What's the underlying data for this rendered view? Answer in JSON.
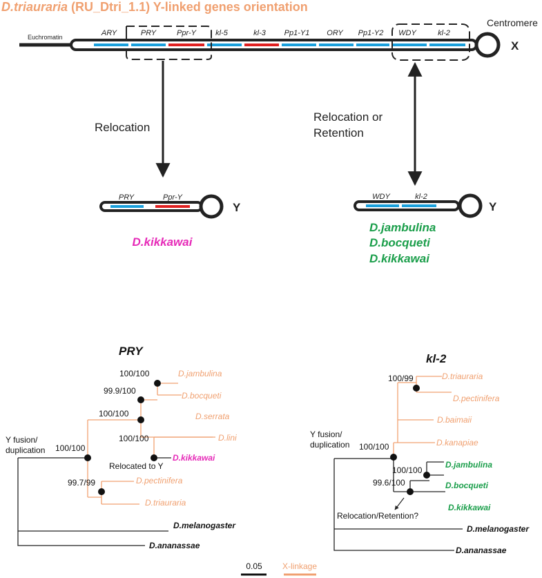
{
  "title": {
    "species": "D.triauraria",
    "rest": " (RU_Dtri_1.1) Y-linked genes orientation"
  },
  "colors": {
    "x_linked": "#f0a070",
    "green_species": "#1a9e4a",
    "magenta_species": "#e62bb8",
    "gene_blue": "#1aa0dc",
    "gene_red": "#e02020",
    "dark": "#222222"
  },
  "x_chromosome": {
    "euchromatin_label": "Euchromatin",
    "centromere_label": "Centromere",
    "chrom_label": "X",
    "genes": [
      "ARY",
      "PRY",
      "Ppr-Y",
      "kl-5",
      "kl-3",
      "Pp1-Y1",
      "ORY",
      "Pp1-Y2",
      "WDY",
      "kl-2"
    ]
  },
  "arrows": {
    "left_label": "Relocation",
    "right_label_line1": "Relocation or",
    "right_label_line2": "Retention"
  },
  "y_left": {
    "genes": [
      "PRY",
      "Ppr-Y"
    ],
    "chrom_label": "Y",
    "species": [
      "D.kikkawai"
    ]
  },
  "y_right": {
    "genes": [
      "WDY",
      "kl-2"
    ],
    "chrom_label": "Y",
    "species": [
      "D.jambulina",
      "D.bocqueti",
      "D.kikkawai"
    ]
  },
  "tree_pry": {
    "title": "PRY",
    "leaves": [
      "D.jambulina",
      "D.bocqueti",
      "D.serrata",
      "D.lini",
      "D.kikkawai",
      "D.pectinifera",
      "D.triauraria",
      "D.melanogaster",
      "D.ananassae"
    ],
    "supports": [
      "100/100",
      "99.9/100",
      "100/100",
      "100/100",
      "100/100",
      "99.7/99"
    ],
    "annotation_fusion_line1": "Y fusion/",
    "annotation_fusion_line2": "duplication",
    "annotation_relocated": "Relocated to Y"
  },
  "tree_kl2": {
    "title": "kl-2",
    "leaves": [
      "D.triauraria",
      "D.pectinifera",
      "D.baimaii",
      "D.kanapiae",
      "D.jambulina",
      "D.bocqueti",
      "D.kikkawai",
      "D.melanogaster",
      "D.ananassae"
    ],
    "supports": [
      "100/99",
      "100/100",
      "100/100",
      "99.6/100"
    ],
    "annotation_fusion_line1": "Y fusion/",
    "annotation_fusion_line2": "duplication",
    "annotation_relocation": "Relocation/Retention?"
  },
  "legend": {
    "scale_label": "0.05",
    "xlinkage_label": "X-linkage"
  }
}
